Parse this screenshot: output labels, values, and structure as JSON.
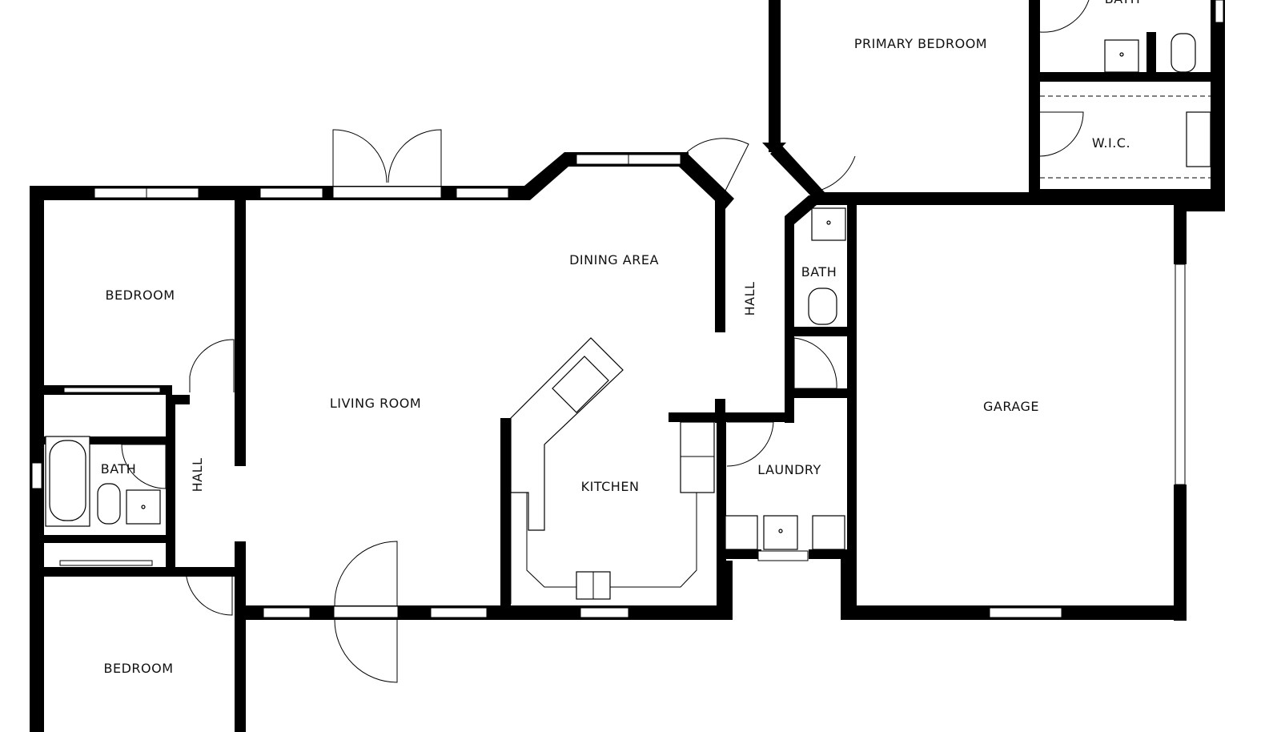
{
  "rooms": {
    "primary_bedroom": "PRIMARY BEDROOM",
    "bath_top": "BATH",
    "wic": "W.I.C.",
    "bedroom_left": "BEDROOM",
    "dining_area": "DINING AREA",
    "hall_center": "HALL",
    "bath_center": "BATH",
    "living_room": "LIVING ROOM",
    "garage": "GARAGE",
    "kitchen": "KITCHEN",
    "laundry": "LAUNDRY",
    "bath_left": "BATH",
    "hall_left": "HALL",
    "bedroom_bottom": "BEDROOM"
  },
  "colors": {
    "wall": "#000000",
    "background": "#ffffff",
    "text": "#111111"
  }
}
